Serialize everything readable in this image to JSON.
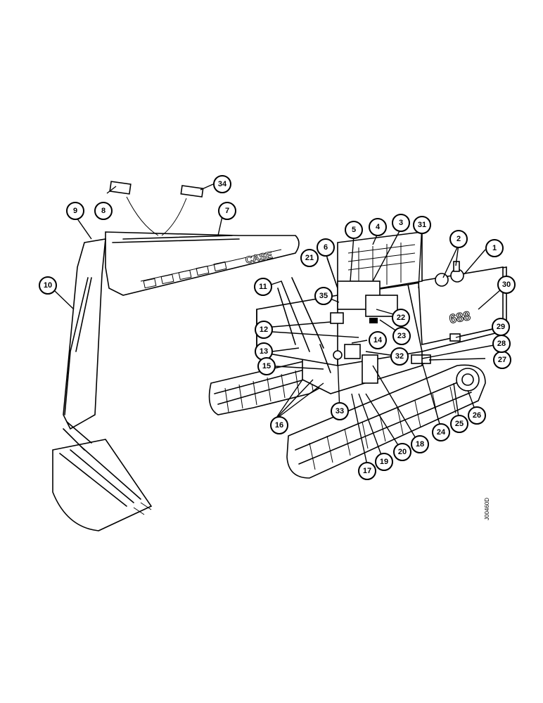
{
  "brand": "CASE",
  "model": "688",
  "code": "J00460D",
  "callouts": [
    {
      "n": "1"
    },
    {
      "n": "2"
    },
    {
      "n": "3"
    },
    {
      "n": "4"
    },
    {
      "n": "5"
    },
    {
      "n": "6"
    },
    {
      "n": "7"
    },
    {
      "n": "8"
    },
    {
      "n": "9"
    },
    {
      "n": "10"
    },
    {
      "n": "11"
    },
    {
      "n": "12"
    },
    {
      "n": "13"
    },
    {
      "n": "14"
    },
    {
      "n": "15"
    },
    {
      "n": "16"
    },
    {
      "n": "17"
    },
    {
      "n": "18"
    },
    {
      "n": "19"
    },
    {
      "n": "20"
    },
    {
      "n": "21"
    },
    {
      "n": "22"
    },
    {
      "n": "23"
    },
    {
      "n": "24"
    },
    {
      "n": "25"
    },
    {
      "n": "26"
    },
    {
      "n": "27"
    },
    {
      "n": "28"
    },
    {
      "n": "29"
    },
    {
      "n": "30"
    },
    {
      "n": "31"
    },
    {
      "n": "32"
    },
    {
      "n": "33"
    },
    {
      "n": "34"
    },
    {
      "n": "35"
    }
  ]
}
